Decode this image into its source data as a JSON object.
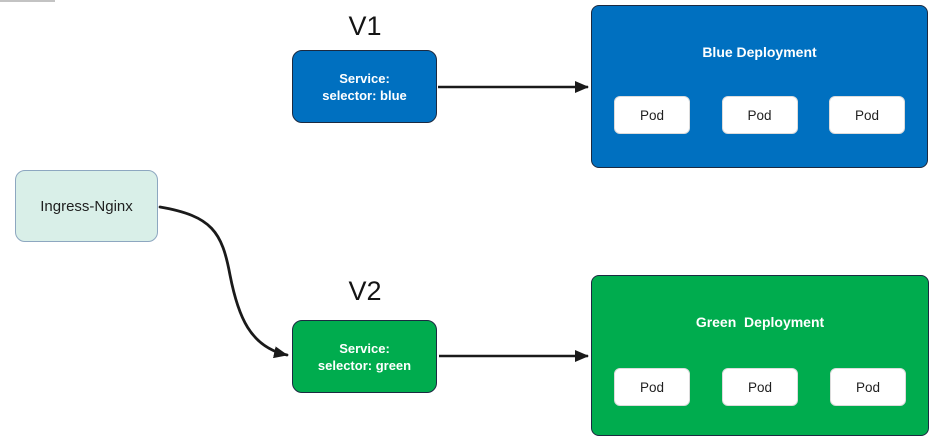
{
  "diagram": {
    "title_implied": "Blue-Green deployment with Ingress-Nginx",
    "ingress": {
      "label": "Ingress-Nginx"
    },
    "v1": {
      "version_label": "V1",
      "service": {
        "line1": "Service:",
        "line2": "selector: blue"
      },
      "deployment": {
        "title": "Blue Deployment",
        "pods": [
          "Pod",
          "Pod",
          "Pod"
        ]
      }
    },
    "v2": {
      "version_label": "V2",
      "service": {
        "line1": "Service:",
        "line2": "selector: green"
      },
      "deployment": {
        "title": "Green  Deployment",
        "pods": [
          "Pod",
          "Pod",
          "Pod"
        ]
      }
    },
    "colors": {
      "blue": "#0070c0",
      "green": "#00ac4e",
      "ingress_fill": "#d9efe8",
      "ingress_border": "#8da7c0",
      "node_border": "#1b2a41",
      "arrow": "#1a1a1a",
      "background": "#ffffff"
    }
  }
}
